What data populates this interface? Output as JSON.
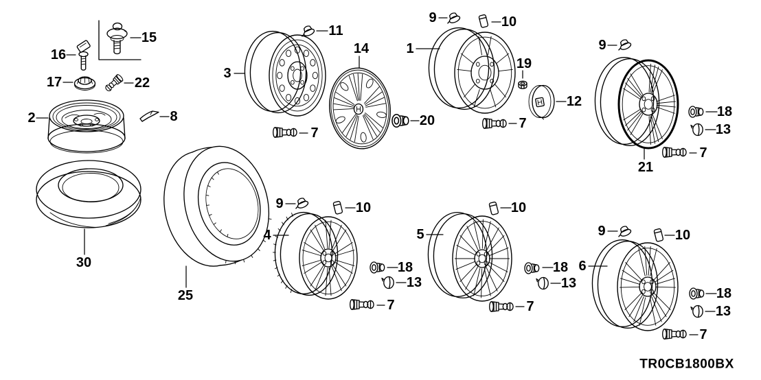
{
  "figure": {
    "background": "#ffffff",
    "line_color": "#000000",
    "diagram_code": "TR0CB1800BX"
  },
  "callouts": {
    "c1": "1",
    "c2": "2",
    "c3": "3",
    "c4": "4",
    "c5": "5",
    "c6": "6",
    "c7": "7",
    "c8": "8",
    "c9": "9",
    "c10": "10",
    "c11": "11",
    "c12": "12",
    "c13": "13",
    "c14": "14",
    "c15": "15",
    "c16": "16",
    "c17": "17",
    "c18": "18",
    "c19": "19",
    "c20": "20",
    "c21": "21",
    "c22": "22",
    "c25": "25",
    "c30": "30"
  }
}
